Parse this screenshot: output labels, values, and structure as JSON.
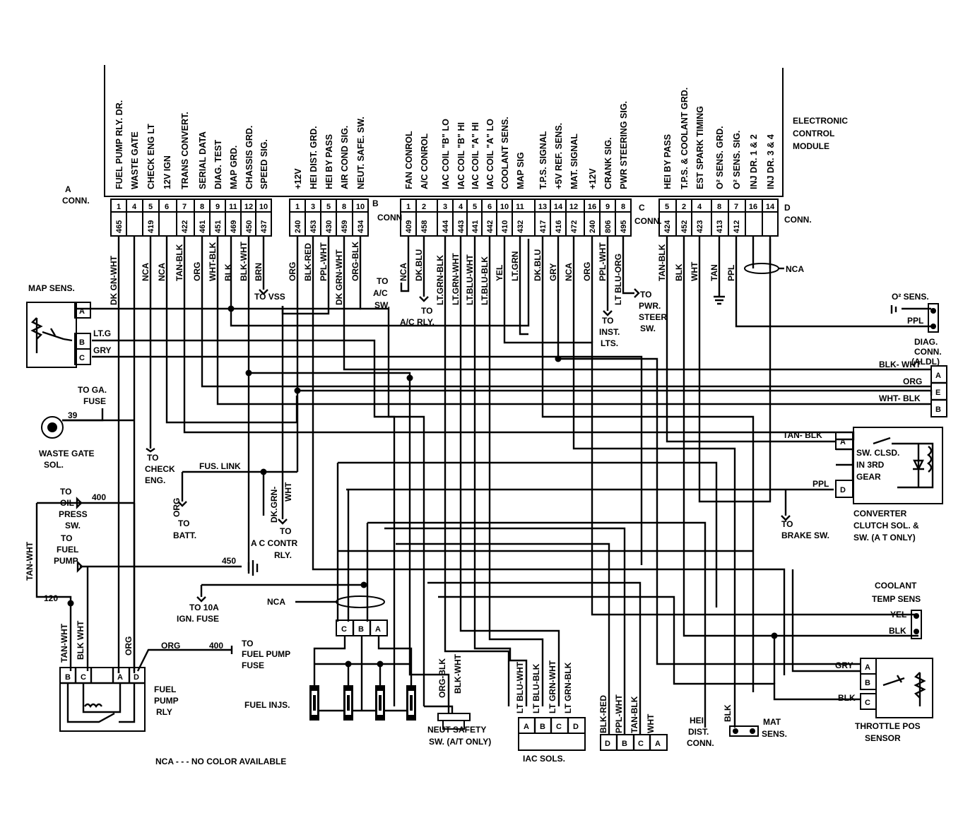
{
  "title_block": {
    "module": [
      "ELECTRONIC",
      "CONTROL",
      "MODULE"
    ],
    "a_conn": [
      "A",
      "CONN."
    ],
    "b_conn": [
      "B",
      "CONN"
    ],
    "c_conn": [
      "C",
      "CONN."
    ],
    "d_conn": [
      "D",
      "CONN."
    ]
  },
  "a_connector": {
    "functions": [
      "FUEL PUMP RLY. DR.",
      "WASTE GATE",
      "CHECK ENG LT",
      "12V IGN",
      "TRANS CONVERT.",
      "SERIAL DATA",
      "DIAG. TEST",
      "MAP GRD.",
      "CHASSIS GRD.",
      "SPEED SIG."
    ],
    "pins": [
      "1",
      "4",
      "5",
      "6",
      "7",
      "8",
      "9",
      "11",
      "12",
      "10"
    ],
    "circuits": [
      "465",
      "",
      "419",
      "",
      "422",
      "461",
      "451",
      "469",
      "450",
      "437"
    ],
    "wire_colors": [
      "DK GN-WHT",
      "",
      "NCA",
      "NCA",
      "TAN-BLK",
      "ORG",
      "WHT-BLK",
      "BLK",
      "BLK-WHT",
      "BRN"
    ]
  },
  "b_connector": {
    "functions": [
      "+12V",
      "HEI DIST. GRD.",
      "HEI BY PASS",
      "AIR COND SIG.",
      "NEUT. SAFE. SW."
    ],
    "pins": [
      "1",
      "3",
      "5",
      "8",
      "10"
    ],
    "circuits": [
      "240",
      "453",
      "430",
      "459",
      "434"
    ],
    "wire_colors": [
      "ORG",
      "BLK-RED",
      "PPL-WHT",
      "DK GRN-WHT",
      "ORG-BLK"
    ]
  },
  "c_connector": {
    "functions": [
      "FAN CONROL",
      "A/C CONROL",
      "IAC COIL \"B\" LO",
      "IAC COIL \"B\" HI",
      "IAC COIL \"A\" HI",
      "IAC COIL \"A\" LO",
      "COOLANT SENS.",
      "MAP SIG",
      "T.P.S. SIGNAL",
      "+5V REF. SENS.",
      "MAT. SIGNAL",
      "+12V",
      "CRANK SIG.",
      "PWR STEERING SIG."
    ],
    "pins": [
      "1",
      "2",
      "3",
      "4",
      "5",
      "6",
      "10",
      "11",
      "13",
      "14",
      "12",
      "16",
      "9",
      "8"
    ],
    "circuits": [
      "409",
      "458",
      "444",
      "443",
      "441",
      "442",
      "410",
      "432",
      "417",
      "416",
      "472",
      "240",
      "806",
      "495"
    ],
    "wire_colors": [
      "NCA",
      "DK.BLU",
      "LT.GRN-BLK",
      "LT.GRN-WHT",
      "LT.BLU-WHT",
      "LT.BLU-BLK",
      "YEL",
      "LT.GRN",
      "DK.BLU",
      "GRY",
      "NCA",
      "ORG",
      "PPL-WHT",
      "LT BLU-ORG"
    ]
  },
  "d_connector": {
    "functions": [
      "HEI BY PASS",
      "T.P.S. & COOLANT GRD.",
      "EST SPARK TIMING",
      "O² SENS. GRD.",
      "O² SENS. SIG.",
      "INJ DR. 1 & 2",
      "INJ DR. 3 & 4"
    ],
    "pins": [
      "5",
      "2",
      "4",
      "8",
      "7",
      "16",
      "14"
    ],
    "circuits": [
      "424",
      "452",
      "423",
      "413",
      "412",
      "",
      ""
    ],
    "wire_colors": [
      "TAN-BLK",
      "BLK",
      "WHT",
      "TAN",
      "PPL"
    ]
  },
  "labels": {
    "map_sens": "MAP SENS.",
    "map_pins": [
      "A",
      "B",
      "C"
    ],
    "map_wire_ltg": "LT.G",
    "map_wire_gry": "GRY",
    "to_vss": "TO VSS",
    "to_ac_sw": [
      "TO",
      "A/C",
      "SW."
    ],
    "to_ac_rly": [
      "TO",
      "A/C RLY."
    ],
    "nca_top": "NCA",
    "to_inst_lts": [
      "TO",
      "INST.",
      "LTS."
    ],
    "to_pwr_steer": [
      "TO",
      "PWR.",
      "STEER",
      "SW."
    ],
    "o2_sens": "O² SENS.",
    "o2_ppl": "PPL",
    "diag_conn": [
      "DIAG.",
      "CONN.",
      "(ALDL)"
    ],
    "diag_wires": [
      "BLK- WHT",
      "ORG",
      "WHT- BLK"
    ],
    "diag_pins": [
      "A",
      "E",
      "B"
    ],
    "to_ga_fuse": [
      "TO GA.",
      "FUSE"
    ],
    "waste_circuit": "39",
    "waste_gate_sol": [
      "WASTE GATE",
      "SOL."
    ],
    "to_check_eng": [
      "TO",
      "CHECK",
      "ENG."
    ],
    "fus_link": "FUS. LINK",
    "org_batt": "ORG",
    "to_batt": [
      "TO",
      "BATT."
    ],
    "dk_grn_wht": [
      "DK.GRN-",
      "WHT"
    ],
    "to_ac_contr": [
      "TO",
      "A C CONTR",
      "RLY."
    ],
    "to_oil_press": [
      "TO",
      "OIL",
      "PRESS",
      "SW."
    ],
    "oil_circuit": "400",
    "tan_wht_side": "TAN-WHT",
    "to_fuel_pump": [
      "TO",
      "FUEL",
      "PUMP"
    ],
    "fuel_pump_circuit": "120",
    "circuit_450": "450",
    "to_10a_fuse": [
      "TO 10A",
      "IGN. FUSE"
    ],
    "nca_mid": "NCA",
    "relay_wires": [
      "TAN-WHT",
      "BLK WHT",
      "ORG"
    ],
    "relay_org": "ORG",
    "relay_circuit": "400",
    "to_fuel_pump_fuse": [
      "TO",
      "FUEL PUMP",
      "FUSE"
    ],
    "relay_pins": [
      "B",
      "C",
      "A",
      "D"
    ],
    "fuel_pump_rly": [
      "FUEL",
      "PUMP",
      "RLY"
    ],
    "inj_pins": [
      "C",
      "B",
      "A"
    ],
    "fuel_injs": "FUEL INJS.",
    "neut_wires": [
      "ORG-BLK",
      "BLK-WHT"
    ],
    "neut_safety": [
      "NEUT SAFETY",
      "SW. (A/T ONLY)"
    ],
    "iac_wires": [
      "LT BLU-WHT",
      "LT BLU-BLK",
      "LT GRN-WHT",
      "LT GRN-BLK"
    ],
    "iac_pins": [
      "A",
      "B",
      "C",
      "D"
    ],
    "iac_sols": "IAC SOLS.",
    "hei_wires": [
      "BLK-RED",
      "PPL-WHT",
      "TAN-BLK",
      "WHT"
    ],
    "hei_pins": [
      "D",
      "B",
      "C",
      "A"
    ],
    "hei_dist": [
      "HEI",
      "DIST.",
      "CONN."
    ],
    "mat_blk": "BLK",
    "mat_sens": [
      "MAT",
      "SENS."
    ],
    "conv_wires": [
      "TAN- BLK",
      "PPL"
    ],
    "conv_pins": [
      "A",
      "D"
    ],
    "conv_switch": [
      "SW. CLSD.",
      "IN 3RD",
      "GEAR"
    ],
    "to_brake_sw": [
      "TO",
      "BRAKE SW."
    ],
    "converter": [
      "CONVERTER",
      "CLUTCH SOL. &",
      "SW. (A T ONLY)"
    ],
    "coolant": [
      "COOLANT",
      "TEMP SENS"
    ],
    "coolant_wires": [
      "YEL",
      "BLK"
    ],
    "tps_wires": [
      "GRY",
      "BLK"
    ],
    "tps_pins": [
      "A",
      "B",
      "C"
    ],
    "tps": [
      "THROTTLE POS",
      "SENSOR"
    ],
    "footnote": "NCA - - - NO COLOR AVAILABLE"
  }
}
